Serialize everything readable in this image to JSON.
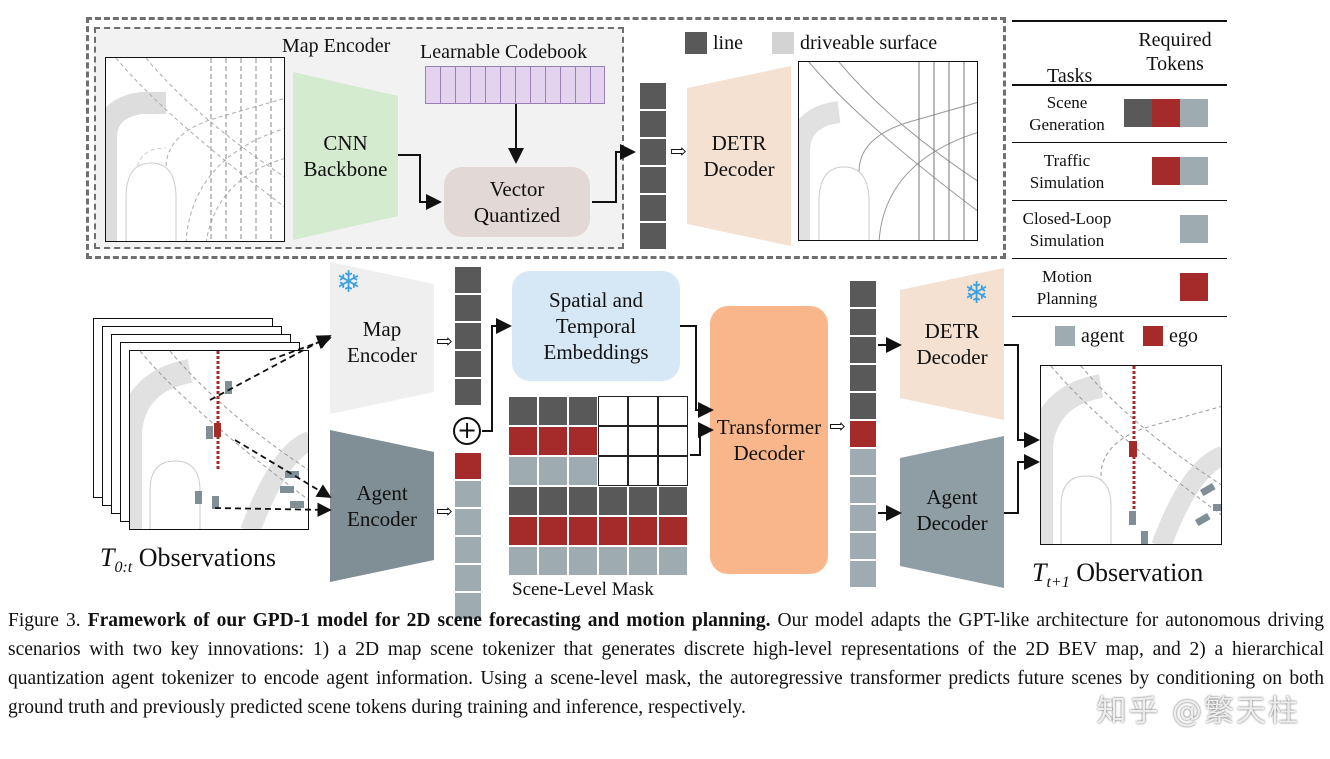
{
  "colors": {
    "line_token": "#595959",
    "driveable_token": "#d3d3d3",
    "agent_token": "#9eabb1",
    "ego_token": "#a52a2a",
    "cnn_backbone": "#d4ebd0",
    "codebook": "#e3d3ee",
    "vector_quantized": "#e2d9d6",
    "detr_decoder": "#f4e1d2",
    "map_encoder_frozen": "#efefef",
    "agent_encoder": "#7f8f95",
    "spatial_temporal": "#d6e7f6",
    "transformer_decoder": "#f8b68a",
    "agent_decoder": "#8e9ea4",
    "snowflake": "#3ba0e0"
  },
  "top_panel": {
    "map_encoder_title": "Map Encoder",
    "cnn_backbone": [
      "CNN",
      "Backbone"
    ],
    "learnable_codebook": "Learnable Codebook",
    "vector_quantized": [
      "Vector",
      "Quantized"
    ],
    "detr_decoder": [
      "DETR",
      "Decoder"
    ],
    "legend": [
      {
        "label": "line",
        "color_key": "line_token"
      },
      {
        "label": "driveable surface",
        "color_key": "driveable_token"
      }
    ],
    "map_tokens": [
      "line",
      "line",
      "line",
      "line",
      "line",
      "line"
    ]
  },
  "tasks_table": {
    "header_tasks": "Tasks",
    "header_required": [
      "Required",
      "Tokens"
    ],
    "rows": [
      {
        "name": [
          "Scene",
          "Generation"
        ],
        "tokens": [
          "line",
          "ego",
          "agent"
        ]
      },
      {
        "name": [
          "Traffic",
          "Simulation"
        ],
        "tokens": [
          "ego",
          "agent"
        ]
      },
      {
        "name": [
          "Closed-Loop",
          "Simulation"
        ],
        "tokens": [
          "agent"
        ]
      },
      {
        "name": [
          "Motion",
          "Planning"
        ],
        "tokens": [
          "ego"
        ]
      }
    ],
    "legend": [
      {
        "label": "agent",
        "color_key": "agent_token"
      },
      {
        "label": "ego",
        "color_key": "ego_token"
      }
    ]
  },
  "bottom_panel": {
    "observations_label": {
      "symbol": "T",
      "subscript": "0:t",
      "text": "Observations"
    },
    "map_encoder": [
      "Map",
      "Encoder"
    ],
    "agent_encoder": [
      "Agent",
      "Encoder"
    ],
    "spatial_temporal": [
      "Spatial and",
      "Temporal",
      "Embeddings"
    ],
    "plus_symbol": "+",
    "transformer_decoder": [
      "Transformer",
      "Decoder"
    ],
    "detr_decoder": [
      "DETR",
      "Decoder"
    ],
    "agent_decoder": [
      "Agent",
      "Decoder"
    ],
    "scene_level_mask_label": "Scene-Level Mask",
    "output_label": {
      "symbol": "T",
      "subscript": "t+1",
      "text": "Observation"
    },
    "map_encoder_tokens": [
      "line",
      "line",
      "line",
      "line",
      "line"
    ],
    "agent_encoder_tokens": [
      "ego",
      "agent",
      "agent",
      "agent",
      "agent",
      "agent"
    ],
    "output_tokens": [
      "line",
      "line",
      "line",
      "line",
      "line",
      "ego",
      "agent",
      "agent",
      "agent",
      "agent",
      "agent"
    ],
    "mask_rows": [
      [
        "line",
        "line",
        "line",
        "empty",
        "empty",
        "empty"
      ],
      [
        "ego",
        "ego",
        "ego",
        "empty",
        "empty",
        "empty"
      ],
      [
        "agent",
        "agent",
        "agent",
        "empty",
        "empty",
        "empty"
      ],
      [
        "line",
        "line",
        "line",
        "line",
        "line",
        "line"
      ],
      [
        "ego",
        "ego",
        "ego",
        "ego",
        "ego",
        "ego"
      ],
      [
        "agent",
        "agent",
        "agent",
        "agent",
        "agent",
        "agent"
      ]
    ]
  },
  "caption": {
    "prefix": "Figure 3. ",
    "bold": "Framework of our GPD-1 model for 2D scene forecasting and motion planning.",
    "body": " Our model adapts the GPT-like architecture for autonomous driving scenarios with two key innovations: 1) a 2D map scene tokenizer that generates discrete high-level representations of the 2D BEV map, and 2) a hierarchical quantization agent tokenizer to encode agent information.  Using a scene-level mask, the autoregressive transformer predicts future scenes by conditioning on both ground truth and previously predicted scene tokens during training and inference, respectively."
  },
  "watermark": "知乎 @繁天柱"
}
